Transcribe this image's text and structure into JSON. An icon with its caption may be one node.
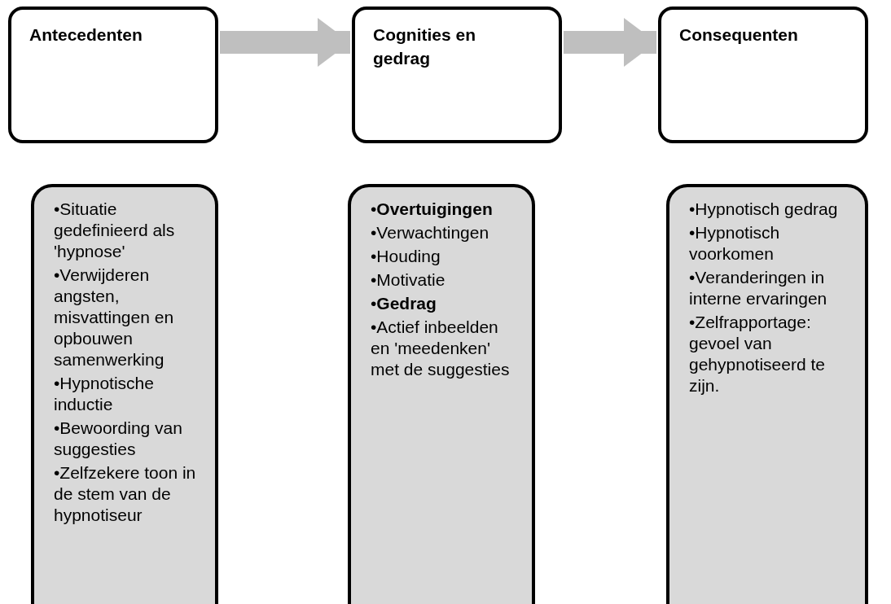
{
  "diagram": {
    "nodes": [
      {
        "text": [
          "Antecedenten"
        ]
      },
      {
        "text": [
          "Cognities en gedrag"
        ]
      },
      {
        "text": [
          "Consequenten"
        ]
      },
      {
        "text": [
          "•Situatie gedefinieerd als 'hypnose'",
          "•Verwijderen angsten, misvattingen en opbouwen samenwerking",
          "•Hypnotische inductie",
          "•Bewoording van suggesties",
          "•Zelfzekere toon in de stem van de hypnotiseur"
        ]
      },
      {
        "text": [
          "•**Overtuigingen**",
          "•Verwachtingen",
          "•Houding",
          "•Motivatie",
          "•**Gedrag**",
          "•Actief inbeelden en 'meedenken' met de suggesties"
        ]
      },
      {
        "text": [
          "•Hypnotisch gedrag",
          "•Hypnotisch voorkomen",
          "•Veranderingen in interne ervaringen",
          "•Zelfrapportage: gevoel van gehypnotiseerd te zijn."
        ]
      }
    ],
    "edges": [
      {
        "from": 0,
        "to": 1,
        "arrow": "to"
      },
      {
        "from": 1,
        "to": 2,
        "arrow": "to"
      }
    ]
  }
}
